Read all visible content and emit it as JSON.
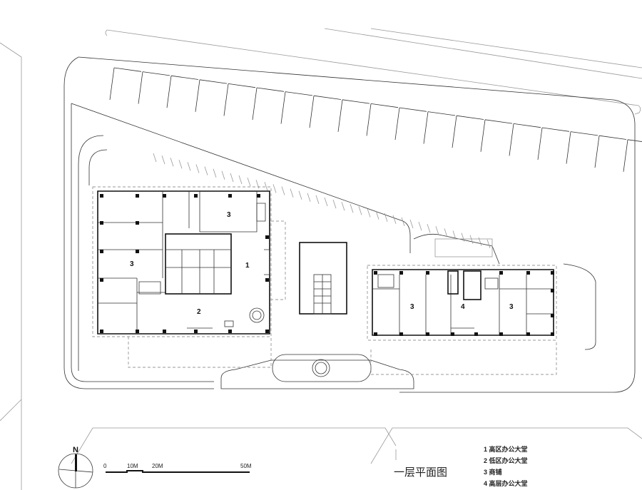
{
  "drawing": {
    "title": "一层平面图",
    "north_label": "N",
    "scale_labels": [
      "0",
      "10M",
      "20M",
      "50M"
    ],
    "legend": [
      "1 高区办公大堂",
      "2 低区办公大堂",
      "3 商铺",
      "4 高层办公大堂"
    ],
    "room_labels": [
      "3",
      "3",
      "1",
      "2",
      "3",
      "4",
      "3"
    ]
  }
}
